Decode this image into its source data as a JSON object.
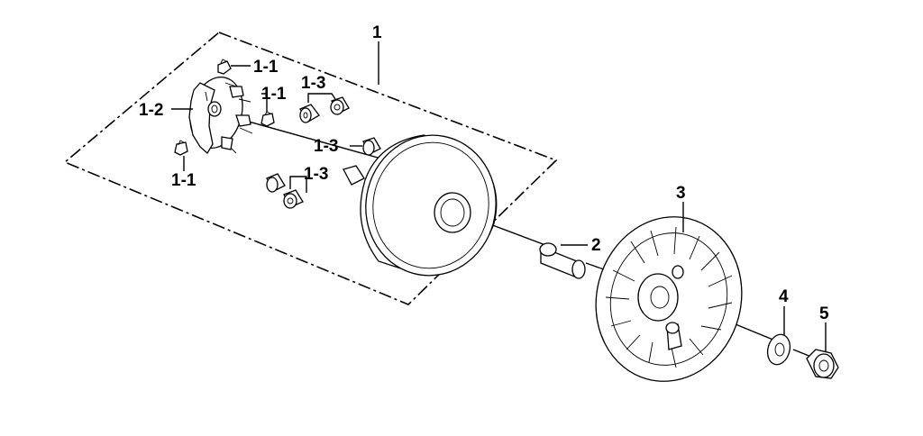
{
  "labels": {
    "assembly": "1",
    "pin_top": "1-1",
    "pin_side": "1-1",
    "pin_bottom": "1-1",
    "ramp_plate": "1-2",
    "roller_top": "1-3",
    "roller_mid": "1-3",
    "roller_bottom": "1-3",
    "collar": "2",
    "fan_face": "3",
    "washer": "4",
    "nut": "5"
  }
}
